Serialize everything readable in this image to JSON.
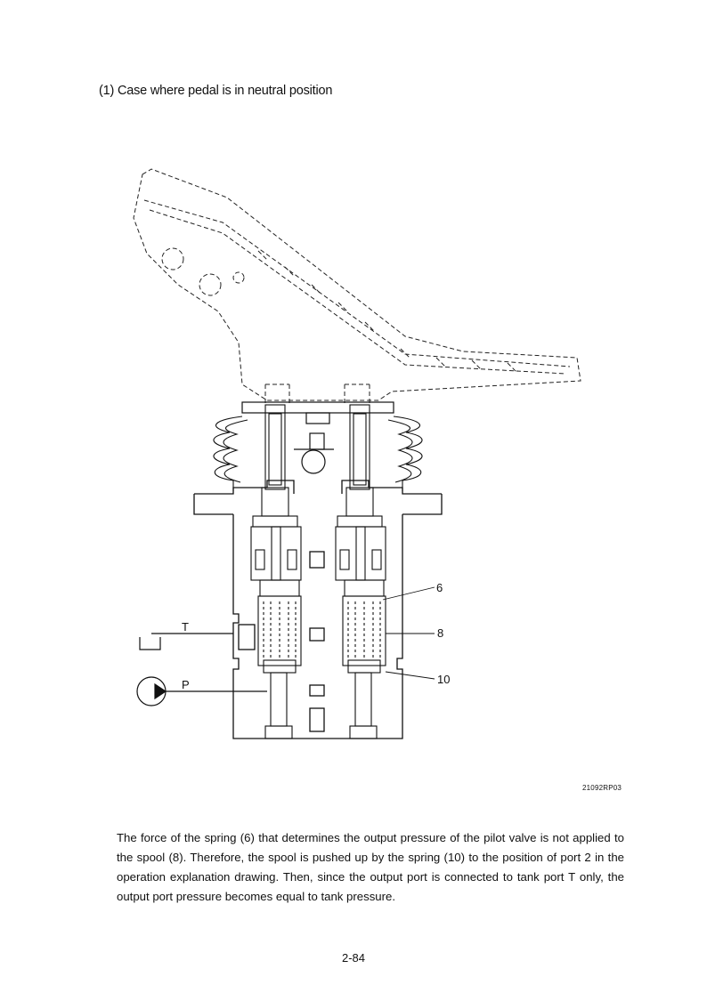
{
  "section_heading": "(1) Case where pedal is in neutral position",
  "callouts": {
    "label_6": "6",
    "label_8": "8",
    "label_10": "10",
    "port_t": "T",
    "port_p": "P"
  },
  "figure_id": "21092RP03",
  "body_paragraph": "The force of the spring (6) that determines the output pressure of the pilot valve is not applied to the spool (8).   Therefore, the spool is pushed up by the spring (10) to the position of port 2 in the operation explanation drawing.   Then, since the output port is connected to tank port T only, the output port pressure becomes equal to tank pressure.",
  "page_number": "2-84"
}
